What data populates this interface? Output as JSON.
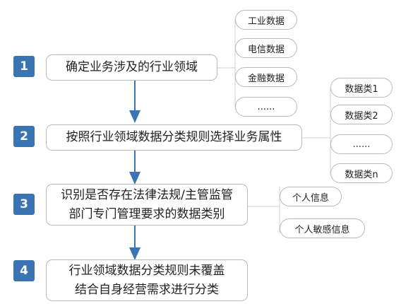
{
  "steps": [
    {
      "num": "1",
      "lines": [
        "确定业务涉及的行业领域"
      ]
    },
    {
      "num": "2",
      "lines": [
        "按照行业领域数据分类规则选择业务属性"
      ]
    },
    {
      "num": "3",
      "lines": [
        "识别是否存在法律法规/主管监管",
        "部门专门管理要求的数据类别"
      ]
    },
    {
      "num": "4",
      "lines": [
        "行业领域数据分类规则未覆盖",
        "结合自身经营需求进行分类"
      ]
    }
  ],
  "industries": [
    "工业数据",
    "电信数据",
    "金融数据",
    "......"
  ],
  "data_categories": [
    "数据类1",
    "数据类2",
    "......",
    "数据类n"
  ],
  "personal_info": [
    "个人信息",
    "个人敏感信息"
  ],
  "colors": {
    "badge": "#3a74b3",
    "arrow": "#3a74b3",
    "border": "#b9b9b9"
  }
}
